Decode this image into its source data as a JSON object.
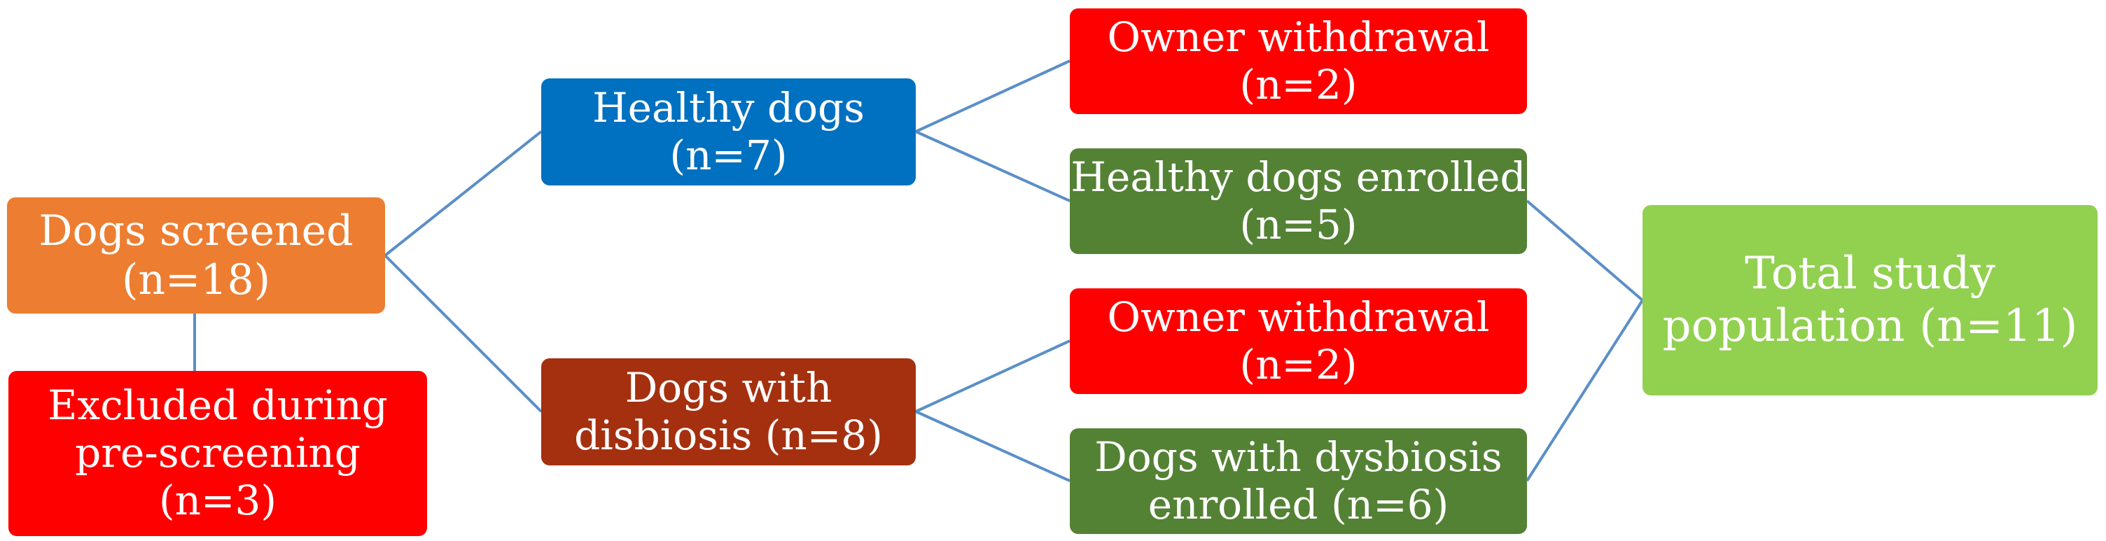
{
  "diagram": {
    "type": "flowchart",
    "colors": {
      "connector": "#5b8fc7",
      "screened": "#ed7d31",
      "excluded": "#ff0000",
      "healthy": "#0070c0",
      "dysbiosis": "#a5300f",
      "withdrawal": "#ff0000",
      "enrolled": "#548235",
      "total": "#92d050",
      "text": "#ffffff"
    },
    "nodes": {
      "screened": {
        "lines": [
          "Dogs screened",
          "(n=18)"
        ]
      },
      "excluded": {
        "lines": [
          "Excluded during",
          "pre-screening",
          "(n=3)"
        ]
      },
      "healthy": {
        "lines": [
          "Healthy dogs",
          "(n=7)"
        ]
      },
      "dysbiosis": {
        "lines": [
          "Dogs with",
          "disbiosis (n=8)"
        ]
      },
      "withdraw_healthy": {
        "lines": [
          "Owner withdrawal",
          "(n=2)"
        ]
      },
      "healthy_enrolled": {
        "lines": [
          "Healthy dogs enrolled",
          "(n=5)"
        ]
      },
      "withdraw_dysbiosis": {
        "lines": [
          "Owner withdrawal",
          "(n=2)"
        ]
      },
      "dysbiosis_enrolled": {
        "lines": [
          "Dogs with dysbiosis",
          "enrolled (n=6)"
        ]
      },
      "total": {
        "lines": [
          "Total study",
          "population (n=11)"
        ]
      }
    },
    "edges": [
      {
        "from": "screened",
        "to": "excluded"
      },
      {
        "from": "screened",
        "to": "healthy"
      },
      {
        "from": "screened",
        "to": "dysbiosis"
      },
      {
        "from": "healthy",
        "to": "withdraw_healthy"
      },
      {
        "from": "healthy",
        "to": "healthy_enrolled"
      },
      {
        "from": "dysbiosis",
        "to": "withdraw_dysbiosis"
      },
      {
        "from": "dysbiosis",
        "to": "dysbiosis_enrolled"
      },
      {
        "from": "healthy_enrolled",
        "to": "total"
      },
      {
        "from": "dysbiosis_enrolled",
        "to": "total"
      }
    ]
  }
}
